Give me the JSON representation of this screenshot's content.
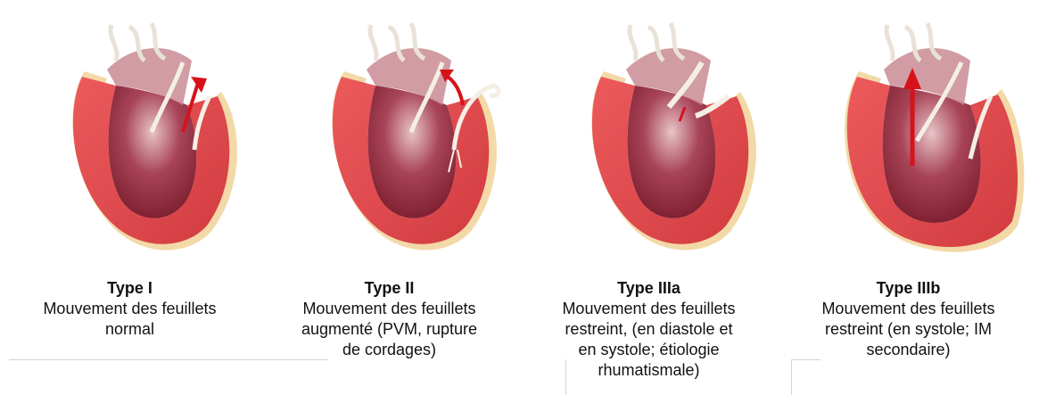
{
  "colors": {
    "myocardium": "#e24b4e",
    "myocardium_dark": "#b8262c",
    "cavity": "#8e2434",
    "cavity_light": "#c98b94",
    "epicardium": "#f3d9a8",
    "valve": "#f4efe6",
    "arrow": "#d8121b"
  },
  "panels": [
    {
      "title": "Type I",
      "description": "Mouvement des feuillets\nnormal"
    },
    {
      "title": "Type II",
      "description": "Mouvement des feuillets\naugmenté (PVM, rupture\nde cordages)"
    },
    {
      "title": "Type IIIa",
      "description": "Mouvement des feuillets\nrestreint, (en diastole et\nen systole; étiologie\nrhumatismale)"
    },
    {
      "title": "Type IIIb",
      "description": "Mouvement des feuillets\nrestreint (en systole; IM\nsecondaire)"
    }
  ]
}
